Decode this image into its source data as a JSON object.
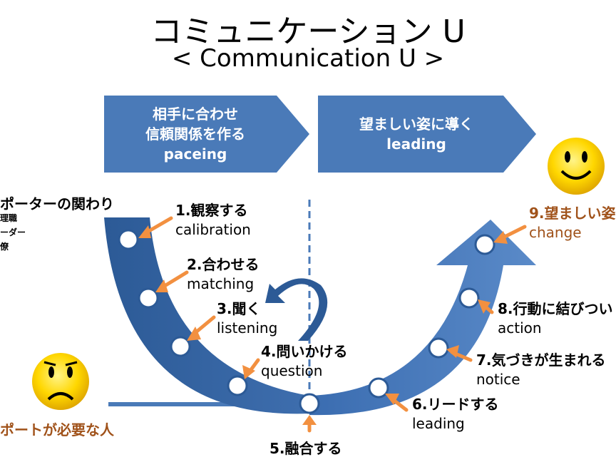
{
  "title": "コミュニケーション U",
  "subtitle": "< Communication U >",
  "banners": [
    {
      "lines": [
        "相手に合わせ",
        "信頼関係を作る",
        "paceing"
      ]
    },
    {
      "lines": [
        "望ましい姿に導く",
        "leading"
      ]
    }
  ],
  "left_heading": "ポーターの関わり",
  "left_list": [
    "理職",
    "ーダー",
    "僚"
  ],
  "steps": [
    {
      "jp": "1.観察する",
      "en": "calibration"
    },
    {
      "jp": "2.合わせる",
      "en": "matching"
    },
    {
      "jp": "3.聞く",
      "en": "listening"
    },
    {
      "jp": "4.問いかける",
      "en": "question"
    },
    {
      "jp": "5.融合する",
      "en": ""
    },
    {
      "jp": "6.リードする",
      "en": "leading"
    },
    {
      "jp": "7.気づきが生まれる",
      "en": "notice"
    },
    {
      "jp": "8.行動に結びつい",
      "en": "action"
    },
    {
      "jp": "9.望ましい姿",
      "en": "change"
    }
  ],
  "start_label": "ポートが必要な人",
  "colors": {
    "banner": "#4a7ab8",
    "curve_dark": "#2c5a96",
    "curve_light": "#5a8ac8",
    "pointer": "#f29040",
    "label_orange": "#a0521a",
    "face": "#ffd700"
  },
  "icons": [
    "sad-face-icon",
    "smile-face-icon"
  ]
}
